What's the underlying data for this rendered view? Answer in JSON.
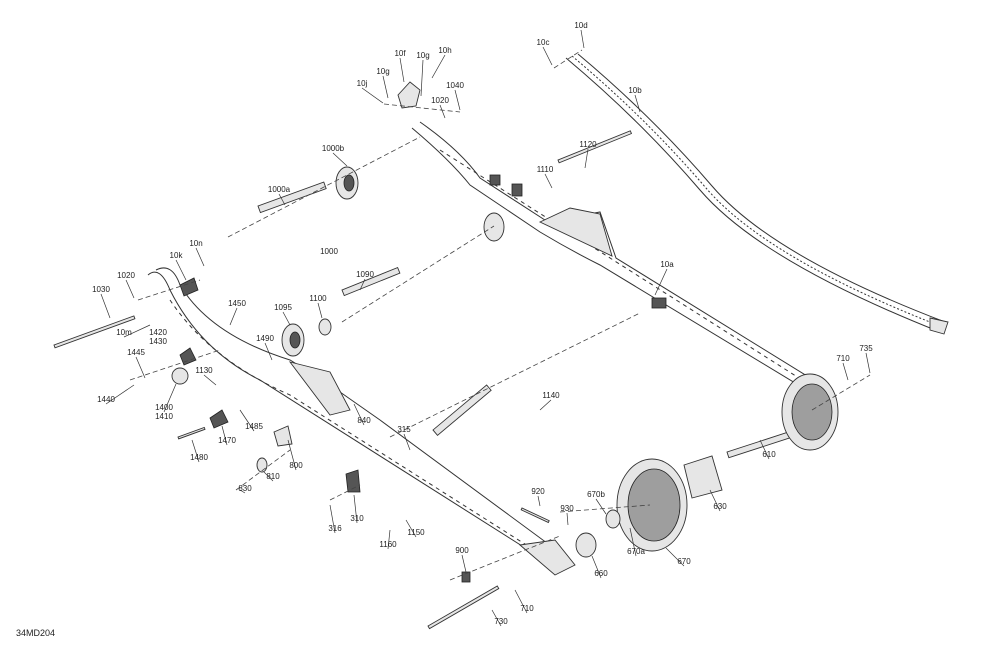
{
  "diagram": {
    "reference_code": "34MD204",
    "labels": [
      "10d",
      "10c",
      "10f",
      "10g",
      "10h",
      "10g",
      "10j",
      "1040",
      "1020",
      "10b",
      "1000b",
      "1120",
      "1110",
      "1000a",
      "10k",
      "10n",
      "1000",
      "1090",
      "10a",
      "1020",
      "1030",
      "1450",
      "1095",
      "1100",
      "10m",
      "1420",
      "1430",
      "1490",
      "1445",
      "1130",
      "710",
      "735",
      "1440",
      "1400",
      "1410",
      "840",
      "1140",
      "1485",
      "1470",
      "315",
      "800",
      "1480",
      "610",
      "810",
      "830",
      "920",
      "670b",
      "930",
      "630",
      "310",
      "316",
      "1150",
      "1160",
      "670a",
      "900",
      "670",
      "660",
      "710",
      "730"
    ]
  }
}
